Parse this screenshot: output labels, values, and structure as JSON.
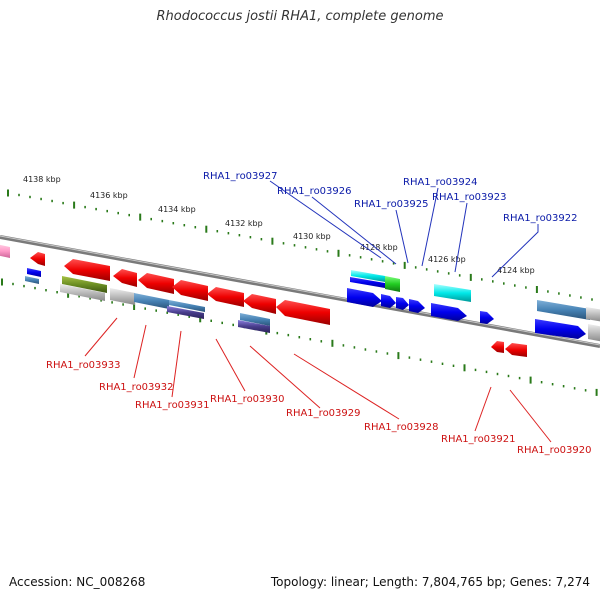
{
  "title": "Rhodococcus jostii RHA1, complete genome",
  "footer": {
    "accession": "Accession: NC_008268",
    "stats": "Topology: linear; Length: 7,804,765 bp; Genes: 7,274"
  },
  "colors": {
    "forward_label": "#0a1aa8",
    "reverse_label": "#cc1111",
    "ruler": "#2a7a1a",
    "backbone": "#808080"
  },
  "ruler_labels": [
    "4138 kbp",
    "4136 kbp",
    "4134 kbp",
    "4132 kbp",
    "4130 kbp",
    "4128 kbp",
    "4126 kbp",
    "4124 kbp"
  ],
  "forward_genes": [
    "RHA1_ro03927",
    "RHA1_ro03926",
    "RHA1_ro03925",
    "RHA1_ro03924",
    "RHA1_ro03923",
    "RHA1_ro03922"
  ],
  "reverse_genes": [
    "RHA1_ro03933",
    "RHA1_ro03932",
    "RHA1_ro03931",
    "RHA1_ro03930",
    "RHA1_ro03929",
    "RHA1_ro03928",
    "RHA1_ro03921",
    "RHA1_ro03920"
  ]
}
